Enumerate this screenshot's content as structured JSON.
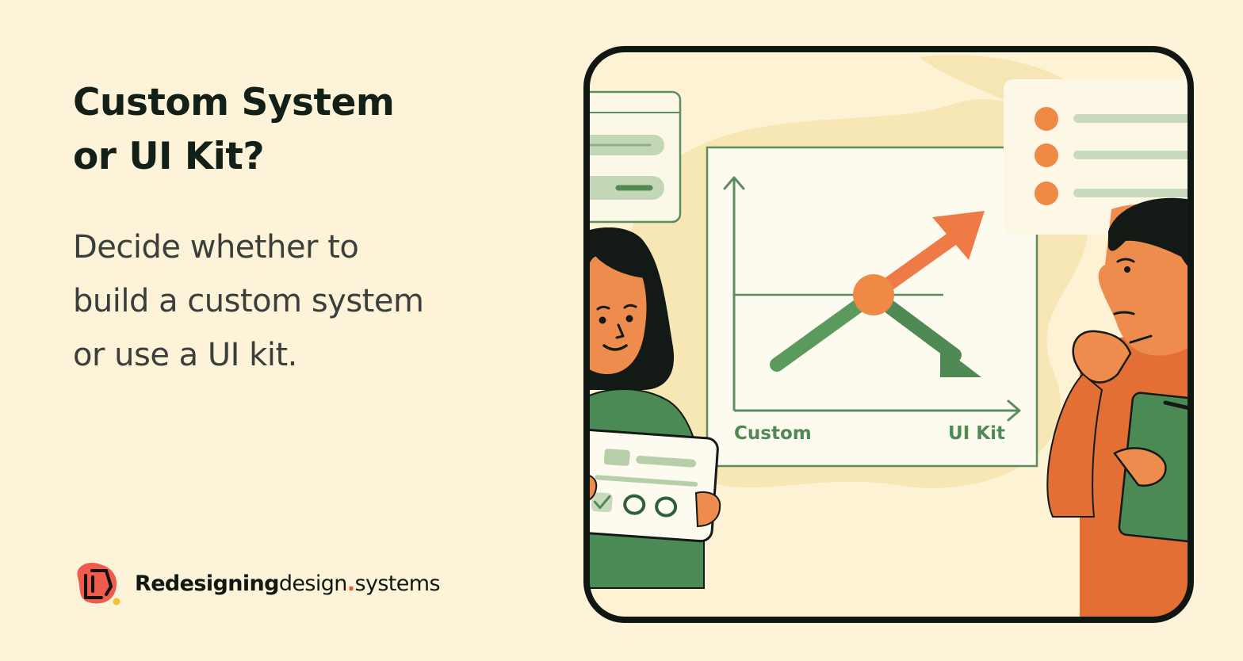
{
  "title_lines": [
    "Custom System",
    "or UI Kit?"
  ],
  "subtitle_lines": [
    "Decide whether to",
    "build a custom system",
    "or use a UI kit."
  ],
  "brand": {
    "part1": "Redesigning",
    "part2": "design",
    "dot": ".",
    "part3": "systems",
    "logo_icon": "redesigning-logo-icon"
  },
  "illustration": {
    "chart_label_left": "Custom",
    "chart_label_right": "UI Kit"
  },
  "colors": {
    "background": "#fdf3d8",
    "green": "#4f8a54",
    "orange": "#ee7a45",
    "dark": "#122017"
  }
}
